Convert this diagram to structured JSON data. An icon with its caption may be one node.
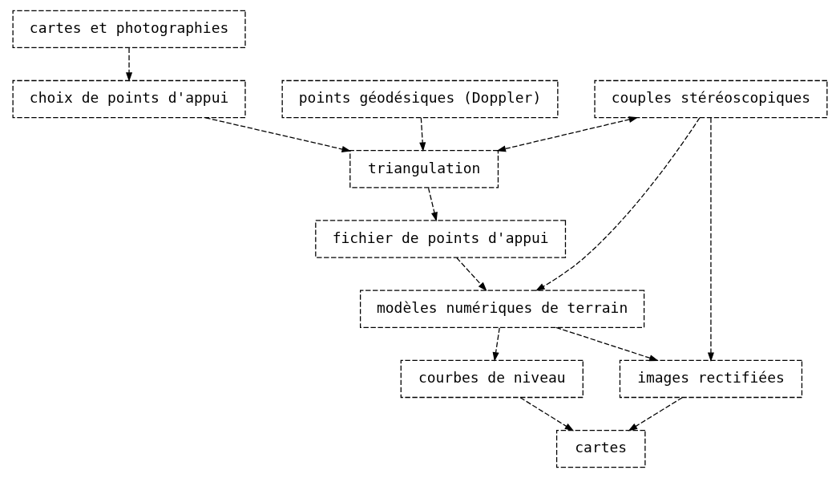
{
  "diagram": {
    "nodes": [
      {
        "text": [
          "couples stéréoscopiques"
        ]
      },
      {
        "text": [
          "cartes et photographies"
        ]
      },
      {
        "text": [
          "choix de points d'appui"
        ]
      },
      {
        "text": [
          "points géodésiques (Doppler)"
        ]
      },
      {
        "text": [
          "triangulation"
        ]
      },
      {
        "text": [
          "fichier de points d'appui"
        ]
      },
      {
        "text": [
          "modèles numériques de terrain"
        ]
      },
      {
        "text": [
          "images rectifiées"
        ]
      },
      {
        "text": [
          "courbes de niveau"
        ]
      },
      {
        "text": [
          "cartes"
        ]
      }
    ],
    "edges": [
      {
        "from": 1,
        "to": 2,
        "arrow": "to"
      },
      {
        "from": 2,
        "to": 4,
        "arrow": "to"
      },
      {
        "from": 3,
        "to": 4,
        "arrow": "to"
      },
      {
        "from": 0,
        "to": 4,
        "arrow": "both"
      },
      {
        "from": 0,
        "to": 6,
        "arrow": "to"
      },
      {
        "from": 0,
        "to": 7,
        "arrow": "to"
      },
      {
        "from": 4,
        "to": 5,
        "arrow": "to"
      },
      {
        "from": 5,
        "to": 6,
        "arrow": "to"
      },
      {
        "from": 6,
        "to": 7,
        "arrow": "to"
      },
      {
        "from": 6,
        "to": 8,
        "arrow": "to"
      },
      {
        "from": 7,
        "to": 9,
        "arrow": "to"
      },
      {
        "from": 8,
        "to": 9,
        "arrow": "to"
      }
    ]
  }
}
